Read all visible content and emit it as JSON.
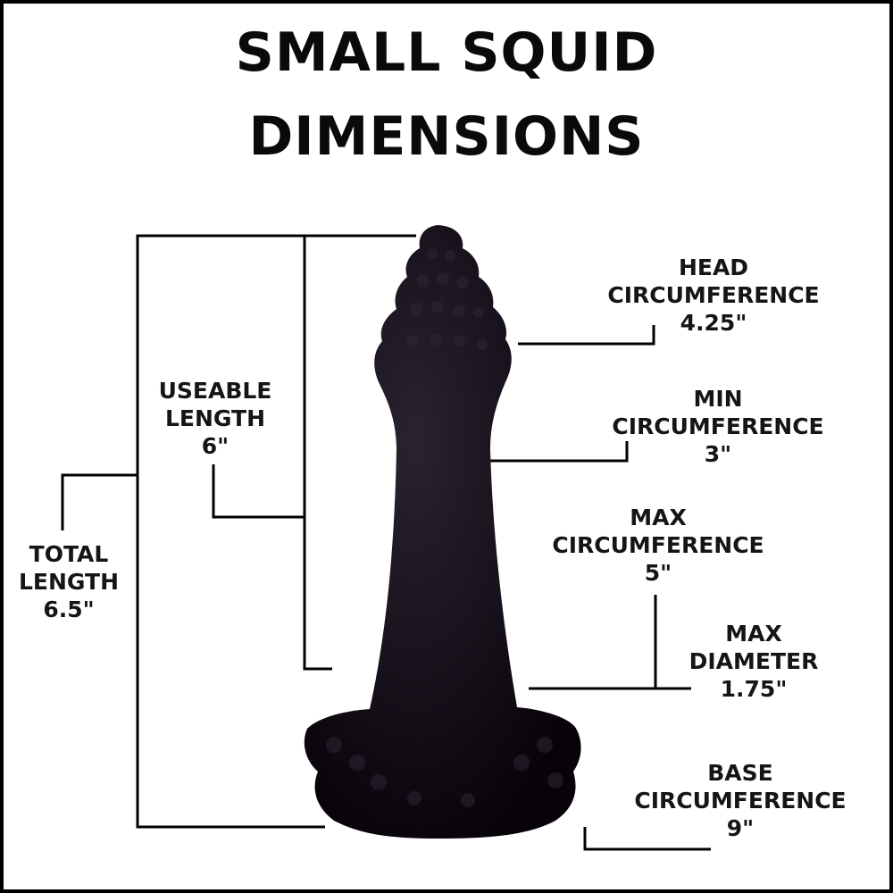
{
  "title": {
    "line1": "SMALL SQUID",
    "line2": "DIMENSIONS"
  },
  "labels": {
    "useable_length": {
      "line1": "USEABLE",
      "line2": "LENGTH",
      "value": "6\""
    },
    "total_length": {
      "line1": "TOTAL",
      "line2": "LENGTH",
      "value": "6.5\""
    },
    "head_circumference": {
      "line1": "HEAD",
      "line2": "CIRCUMFERENCE",
      "value": "4.25\""
    },
    "min_circumference": {
      "line1": "MIN",
      "line2": "CIRCUMFERENCE",
      "value": "3\""
    },
    "max_circumference": {
      "line1": "MAX",
      "line2": "CIRCUMFERENCE",
      "value": "5\""
    },
    "max_diameter": {
      "line1": "MAX",
      "line2": "DIAMETER",
      "value": "1.75\""
    },
    "base_circumference": {
      "line1": "BASE",
      "line2": "CIRCUMFERENCE",
      "value": "9\""
    }
  },
  "colors": {
    "background": "#ffffff",
    "frame": "#000000",
    "text": "#111111",
    "product": "#08030a",
    "product_highlight": "#2a2330",
    "dimension_lines": "#000000"
  }
}
